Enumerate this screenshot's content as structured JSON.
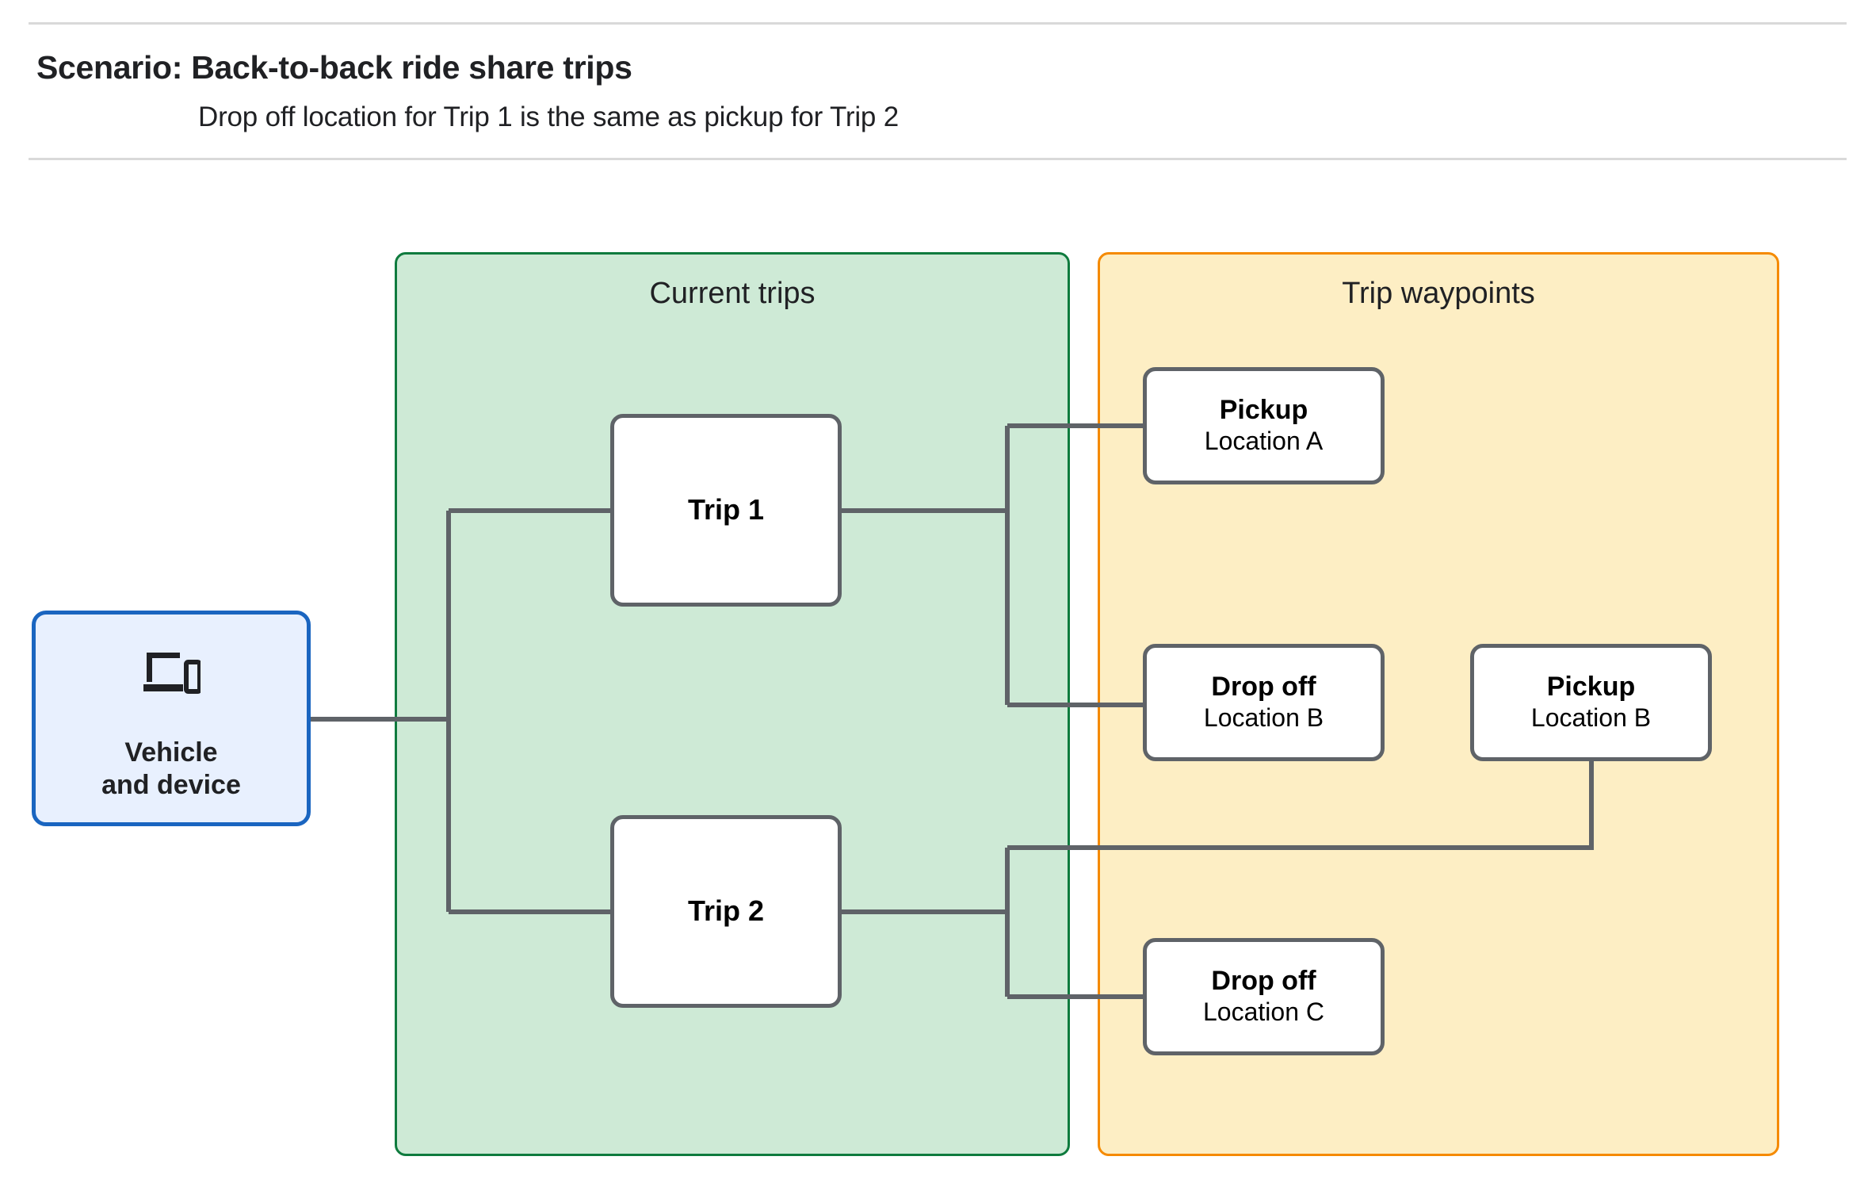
{
  "header": {
    "title": "Scenario: Back-to-back ride share trips",
    "subtitle": "Drop off  location for Trip 1 is the same as pickup for Trip 2"
  },
  "vehicle_node": {
    "icon": "devices-icon",
    "label": "Vehicle\nand device"
  },
  "groups": [
    {
      "id": "current-trips",
      "title": "Current trips",
      "fill": "#ceead6",
      "border": "#0f7b3e"
    },
    {
      "id": "waypoints",
      "title": "Trip waypoints",
      "fill": "#fdeec4",
      "border": "#f58a00"
    }
  ],
  "trips": [
    {
      "id": "trip1",
      "label": "Trip 1"
    },
    {
      "id": "trip2",
      "label": "Trip 2"
    }
  ],
  "waypoints": [
    {
      "id": "wp-pickup-a",
      "type": "Pickup",
      "location": "Location A"
    },
    {
      "id": "wp-dropoff-b",
      "type": "Drop off",
      "location": "Location B"
    },
    {
      "id": "wp-pickup-b",
      "type": "Pickup",
      "location": "Location B"
    },
    {
      "id": "wp-dropoff-c",
      "type": "Drop off",
      "location": "Location C"
    }
  ],
  "colors": {
    "connector": "#5f6368",
    "node_border": "#5f6368",
    "vehicle_fill": "#e8f0fe",
    "vehicle_border": "#1a65c0",
    "green_fill": "#ceead6",
    "green_border": "#0f7b3e",
    "yellow_fill": "#fdeec4",
    "orange_border": "#f58a00",
    "rule": "#d9d9d9"
  }
}
